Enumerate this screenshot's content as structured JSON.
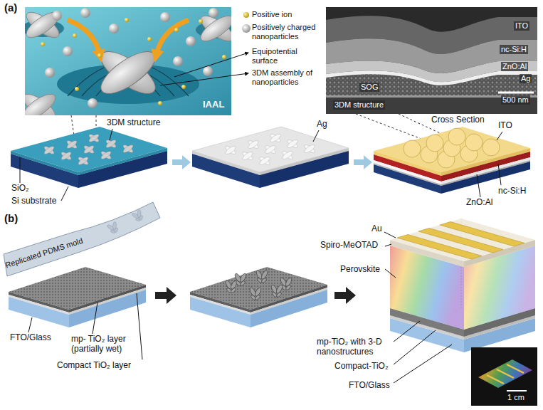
{
  "diagram": {
    "labels": [
      "(a)",
      "IAAL",
      "ITO",
      "nc-Si:H",
      "ZnO:Al",
      "Ag",
      "500 nm",
      "SOG",
      "3DM structure",
      "Cross Section",
      "3DM structure",
      "SiO₂",
      "Si substrate",
      "Ag",
      "ITO",
      "nc-Si:H",
      "ZnO:Al",
      "(b)",
      "Replicated PDMS mold",
      "mp- TiO₂ layer (partially wet)",
      "Compact TiO₂ layer",
      "FTO/Glass",
      "Au",
      "Spiro-MeOTAD",
      "Perovskite",
      "mp-TiO₂ with 3-D nanostructures",
      "Compact-TiO₂",
      "FTO/Glass",
      "1 cm",
      "Equipotential surface",
      "3DM assembly of nanoparticles"
    ],
    "legend": [
      {
        "text": "Positive ion"
      },
      {
        "text": "Positively charged nanoparticles"
      }
    ]
  }
}
